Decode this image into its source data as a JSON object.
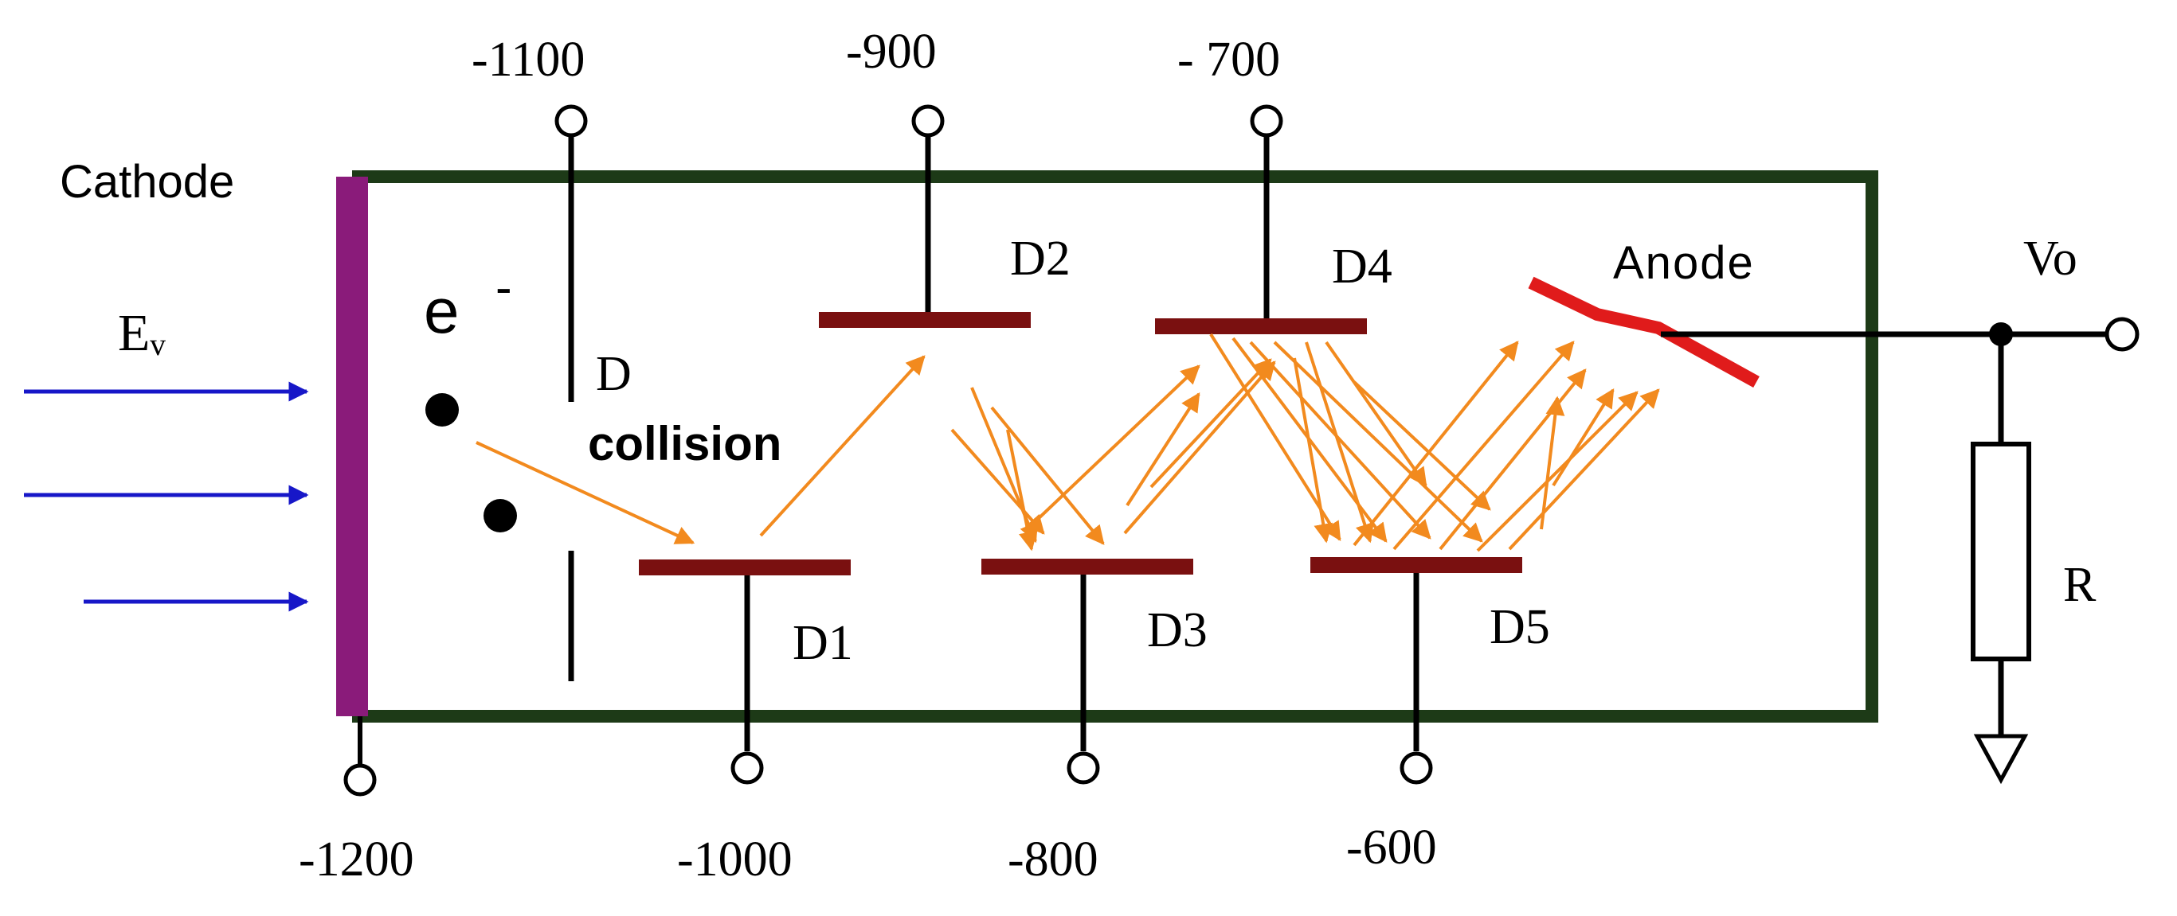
{
  "labels": {
    "cathode": "Cathode",
    "ev": "Eᵥ",
    "electron": "e",
    "electron_sup": "-",
    "focus_electrode": "D",
    "collision": "collision",
    "d1": "D1",
    "d2": "D2",
    "d3": "D3",
    "d4": "D4",
    "d5": "D5",
    "anode": "Anode",
    "vo": "Vo",
    "resistor": "R"
  },
  "voltages": {
    "cathode": "-1200",
    "focus": "-1100",
    "d1": "-1000",
    "d2": "-900",
    "d3": "-800",
    "d4": "- 700",
    "d5": "-600"
  },
  "colors": {
    "tube_border": "#1d3a17",
    "cathode": "#8a1b7a",
    "dynode": "#7a1010",
    "anode": "#e01b1b",
    "electron_path": "#f28a1e",
    "light_rays": "#1717c8",
    "wire": "#000000"
  }
}
